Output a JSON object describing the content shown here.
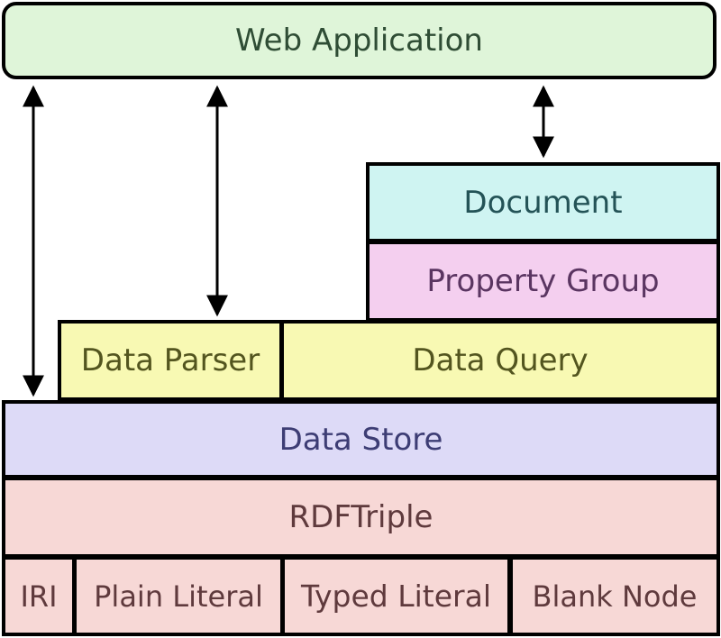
{
  "boxes": {
    "web_application": "Web Application",
    "document": "Document",
    "property_group": "Property Group",
    "data_parser": "Data Parser",
    "data_query": "Data Query",
    "data_store": "Data Store",
    "rdf_triple": "RDFTriple",
    "iri": "IRI",
    "plain_literal": "Plain Literal",
    "typed_literal": "Typed Literal",
    "blank_node": "Blank Node"
  },
  "colors": {
    "web_application_fill": "#dff5d9",
    "document_fill": "#cff4f2",
    "property_group_fill": "#f4cfef",
    "data_parser_fill": "#f8f9b3",
    "data_query_fill": "#f8f9b3",
    "data_store_fill": "#dddaf7",
    "rdf_fill": "#f7d8d6",
    "outline": "#000000"
  }
}
